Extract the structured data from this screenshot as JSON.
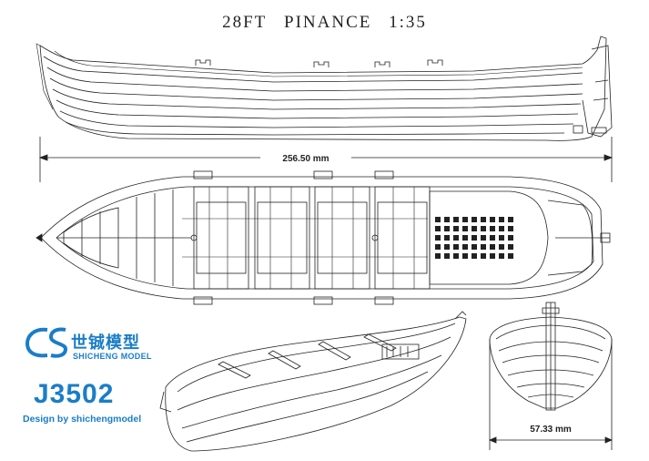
{
  "title": {
    "name": "28FT",
    "type": "PINANCE",
    "scale": "1:35"
  },
  "dimensions": {
    "length": "256.50 mm",
    "beam": "57.33 mm"
  },
  "brand": {
    "logo_text": "CS",
    "name_cn": "世铖模型",
    "name_en": "SHICHENG MODEL"
  },
  "model": {
    "code": "J3502",
    "designer": "Design by shichengmodel"
  },
  "colors": {
    "brand": "#1a7dc8",
    "line": "#222222"
  }
}
